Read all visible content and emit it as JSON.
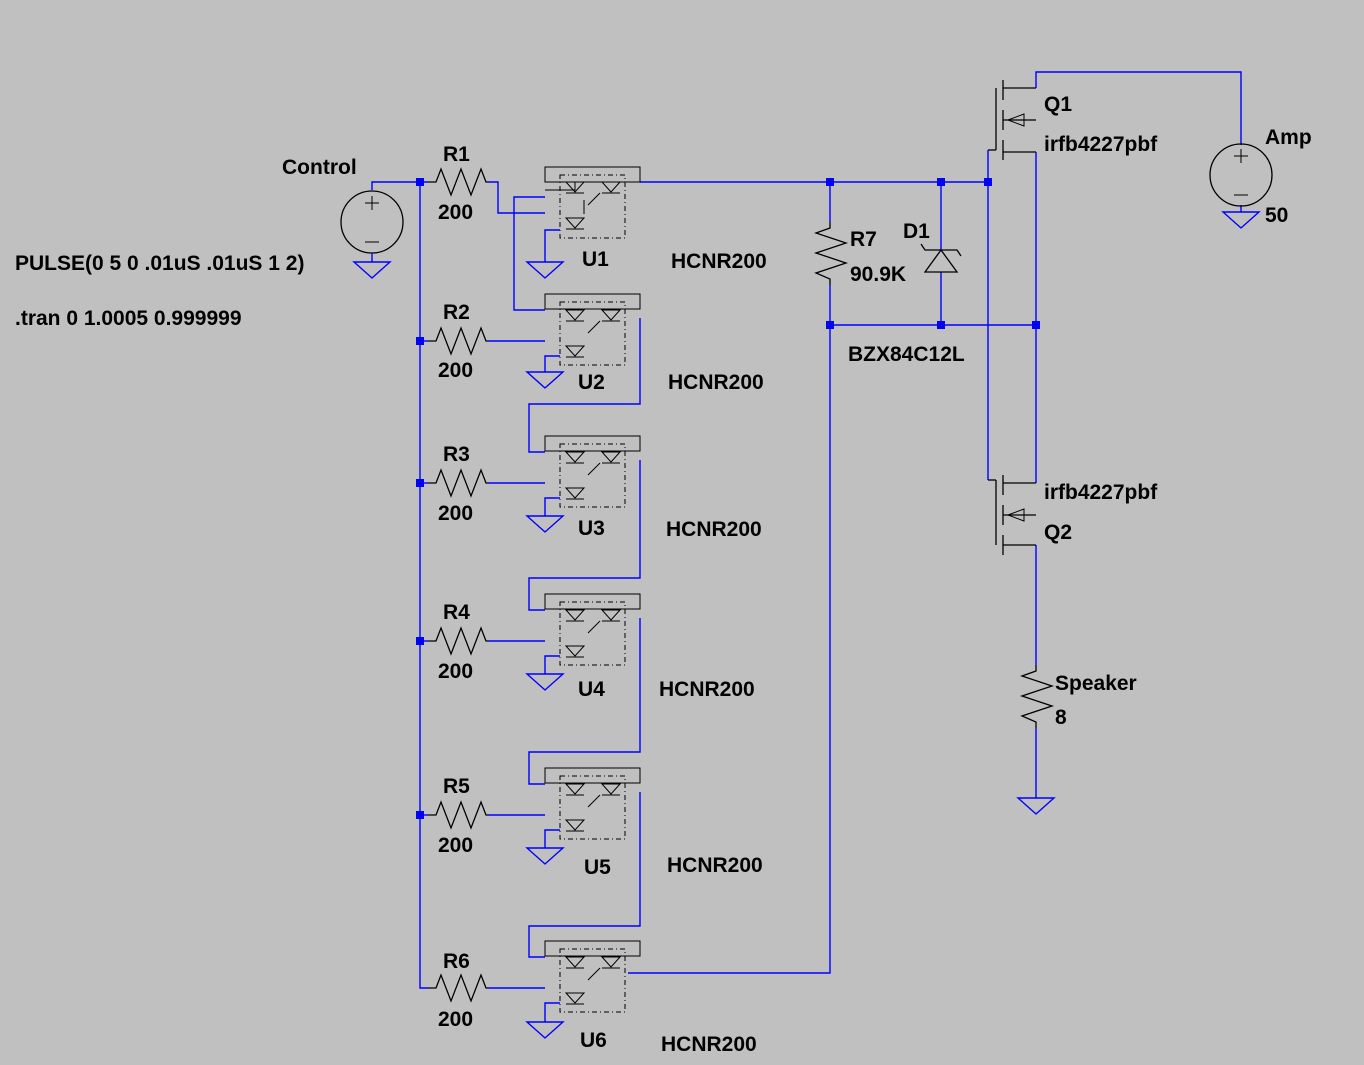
{
  "sources": {
    "control": {
      "name": "Control",
      "value": "PULSE(0 5 0 .01uS .01uS 1 2)"
    },
    "amp": {
      "name": "Amp",
      "value": "50"
    }
  },
  "directive": ".tran 0 1.0005 0.999999",
  "resistors": [
    {
      "name": "R1",
      "value": "200"
    },
    {
      "name": "R2",
      "value": "200"
    },
    {
      "name": "R3",
      "value": "200"
    },
    {
      "name": "R4",
      "value": "200"
    },
    {
      "name": "R5",
      "value": "200"
    },
    {
      "name": "R6",
      "value": "200"
    }
  ],
  "optocouplers": [
    {
      "name": "U1",
      "model": "HCNR200"
    },
    {
      "name": "U2",
      "model": "HCNR200"
    },
    {
      "name": "U3",
      "model": "HCNR200"
    },
    {
      "name": "U4",
      "model": "HCNR200"
    },
    {
      "name": "U5",
      "model": "HCNR200"
    },
    {
      "name": "U6",
      "model": "HCNR200"
    }
  ],
  "r7": {
    "name": "R7",
    "value": "90.9K"
  },
  "d1": {
    "name": "D1",
    "model": "BZX84C12L"
  },
  "q1": {
    "name": "Q1",
    "model": "irfb4227pbf"
  },
  "q2": {
    "name": "Q2",
    "model": "irfb4227pbf"
  },
  "speaker": {
    "name": "Speaker",
    "value": "8"
  },
  "colors": {
    "background": "#c0c0c0",
    "wire": "#0000ff",
    "component": "#000000"
  }
}
